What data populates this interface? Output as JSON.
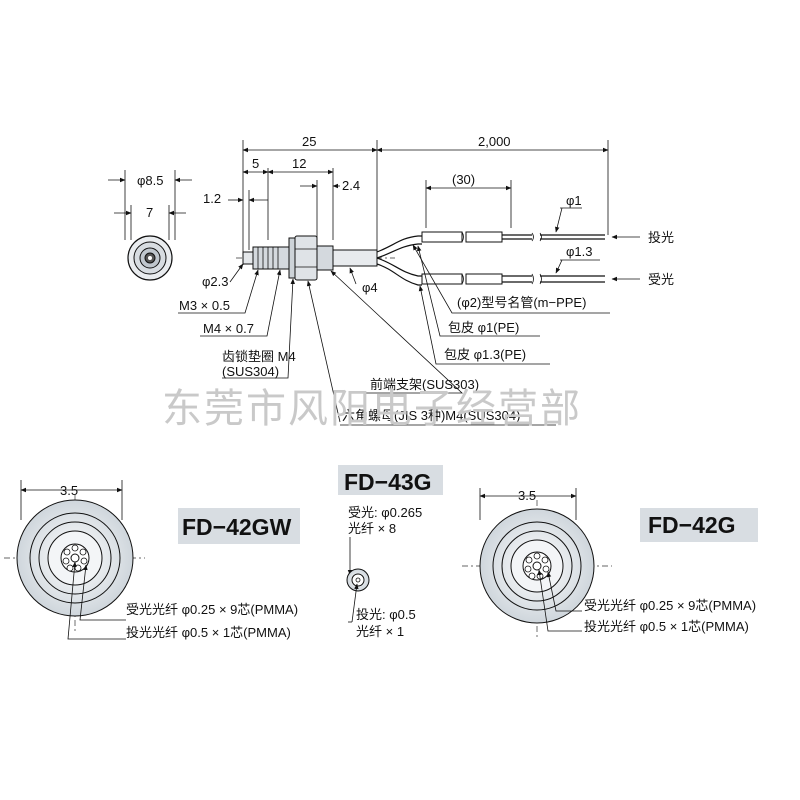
{
  "watermark": "东莞市风阳电子经营部",
  "top_view": {
    "front": {
      "dia_outer": "φ8.5",
      "dia_inner": "7"
    },
    "dims": {
      "total_head": "25",
      "cable_len": "2,000",
      "d5": "5",
      "d12": "12",
      "d1_2": "1.2",
      "d2_4": "2.4",
      "d30": "(30)",
      "phi2_3": "φ2.3",
      "phi4": "φ4",
      "phi1": "φ1",
      "phi1_3": "φ1.3"
    },
    "side_labels": {
      "emit": "投光",
      "receive": "受光"
    },
    "callouts": {
      "m3": "M3 × 0.5",
      "m4": "M4 × 0.7",
      "washer_1": "齿锁垫圈 M4",
      "washer_2": "(SUS304)",
      "bracket": "前端支架(SUS303)",
      "nut": "六角螺母(JIS 3种)M4(SUS304)",
      "tube": "(φ2)型号名管(m−PPE)",
      "sheath1": "包皮 φ1(PE)",
      "sheath13": "包皮 φ1.3(PE)"
    }
  },
  "fd42gw": {
    "model": "FD−42GW",
    "dim": "3.5",
    "receive": "受光光纤 φ0.25 × 9芯(PMMA)",
    "emit": "投光光纤 φ0.5 × 1芯(PMMA)"
  },
  "fd43g": {
    "model": "FD−43G",
    "receive_1": "受光: φ0.265",
    "receive_2": "光纤 × 8",
    "emit_1": "投光: φ0.5",
    "emit_2": "光纤 × 1"
  },
  "fd42g": {
    "model": "FD−42G",
    "dim": "3.5",
    "receive": "受光光纤 φ0.25 × 9芯(PMMA)",
    "emit": "投光光纤 φ0.5 × 1芯(PMMA)"
  }
}
